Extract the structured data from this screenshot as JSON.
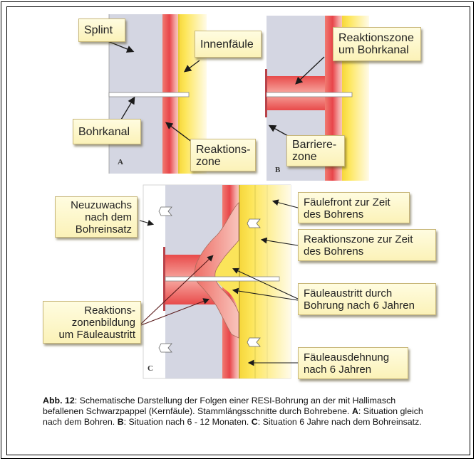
{
  "figure": {
    "panels": {
      "A": {
        "letter": "A",
        "labels": {
          "splint": "Splint",
          "innenfaeule": "Innenfäule",
          "bohrkanal": "Bohrkanal",
          "reaktionszone": "Reaktions-\nzone"
        }
      },
      "B": {
        "letter": "B",
        "labels": {
          "reaktionszone_bohrkanal": "Reaktionszone\num Bohrkanal",
          "barrierezone": "Barriere-\nzone"
        }
      },
      "C": {
        "letter": "C",
        "labels": {
          "neuzuwachs": "Neuzuwachs\nnach dem\nBohreinsatz",
          "faeulefront": "Fäulefront zur Zeit\ndes Bohrens",
          "reaktionszone_zeit": "Reaktionszone zur Zeit\ndes Bohrens",
          "faeuleaustritt": "Fäuleaustritt durch\nBohrung nach 6 Jahren",
          "reaktionszonenbildung": "Reaktions-\nzonenbildung\num Fäuleaustritt",
          "faeuleausdehnung": "Fäuleausdehnung\nnach 6 Jahren"
        }
      }
    },
    "colors": {
      "splint_grey": "#d4d6e2",
      "reaction_red": "#e8454a",
      "rot_yellow": "#fde65a",
      "label_bg": "#fdf6c8"
    }
  },
  "caption": {
    "prefix": "Abb. 12",
    "text": ": Schematische Darstellung der Folgen einer RESI-Bohrung an der mit Hallimasch befallenen Schwarzpappel (Kernfäule). Stammlängsschnitte durch Bohrebene. ",
    "a_key": "A",
    "a_text": ": Situation gleich nach dem Bohren. ",
    "b_key": "B",
    "b_text": ": Situation nach 6 - 12 Monaten. ",
    "c_key": "C",
    "c_text": ": Situation 6 Jahre nach dem Bohreinsatz."
  }
}
